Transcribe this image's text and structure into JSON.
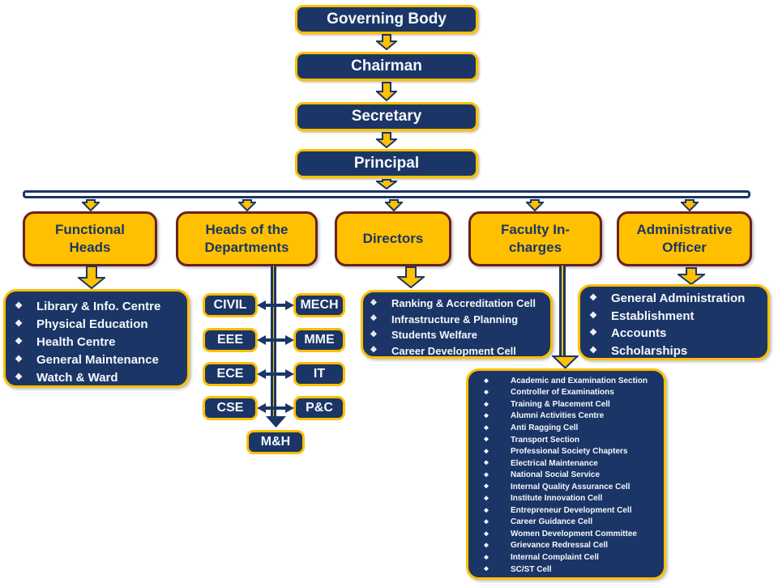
{
  "title": "Institute Organization Chart",
  "bullet": "❖",
  "colors": {
    "navy": "#1B3666",
    "gold": "#FFC000",
    "maroon_border": "#6A2121",
    "text_light": "#F4F7FC"
  },
  "chain": [
    {
      "label": "Governing Body"
    },
    {
      "label": "Chairman"
    },
    {
      "label": "Secretary"
    },
    {
      "label": "Principal"
    }
  ],
  "branches": {
    "functional_heads": {
      "label": "Functional Heads",
      "items": [
        "Library & Info. Centre",
        "Physical Education",
        "Health Centre",
        "General Maintenance",
        "Watch & Ward"
      ]
    },
    "heads_of_departments": {
      "label": "Heads of the Departments",
      "pairs_left": [
        "CIVIL",
        "EEE",
        "ECE",
        "CSE"
      ],
      "pairs_right": [
        "MECH",
        "MME",
        "IT",
        "P&C"
      ],
      "bottom": "M&H"
    },
    "directors": {
      "label": "Directors",
      "items": [
        "Ranking & Accreditation Cell",
        "Infrastructure & Planning",
        "Students Welfare",
        "Career Development Cell"
      ]
    },
    "faculty_incharges": {
      "label": "Faculty In-charges",
      "items": [
        "Academic and Examination Section",
        "Controller of Examinations",
        "Training & Placement Cell",
        "Alumni Activities Centre",
        "Anti Ragging Cell",
        "Transport Section",
        "Professional Society Chapters",
        "Electrical Maintenance",
        "National Social Service",
        "Internal Quality Assurance Cell",
        "Institute Innovation Cell",
        "Entrepreneur Development Cell",
        "Career Guidance Cell",
        "Women Development Committee",
        "Grievance Redressal Cell",
        "Internal Complaint Cell",
        "SC/ST Cell"
      ]
    },
    "administrative_officer": {
      "label": "Administrative Officer",
      "items": [
        "General Administration",
        "Establishment",
        "Accounts",
        "Scholarships"
      ]
    }
  }
}
